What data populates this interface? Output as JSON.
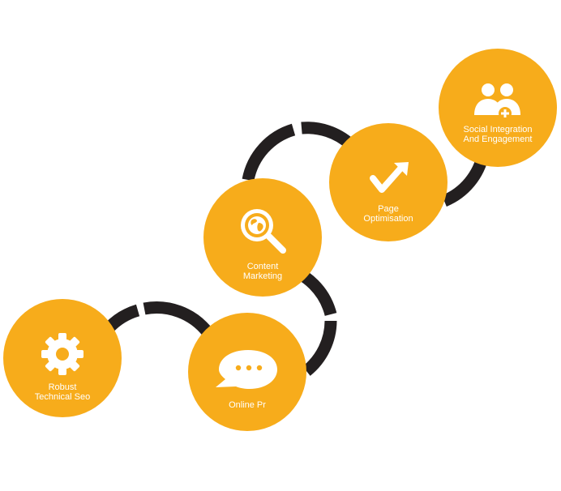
{
  "colors": {
    "circle": "#F7AC1B",
    "connector": "#231F20",
    "text": "#FFFFFF"
  },
  "steps": [
    {
      "lines": [
        "Robust",
        "Technical Seo"
      ],
      "icon": "gear-icon"
    },
    {
      "lines": [
        "Online Pr"
      ],
      "icon": "speech-bubble-icon"
    },
    {
      "lines": [
        "Content",
        "Marketing"
      ],
      "icon": "globe-magnifier-icon"
    },
    {
      "lines": [
        "Page",
        "Optimisation"
      ],
      "icon": "check-arrow-icon"
    },
    {
      "lines": [
        "Social Integration",
        "And Engagement"
      ],
      "icon": "users-add-icon"
    }
  ]
}
